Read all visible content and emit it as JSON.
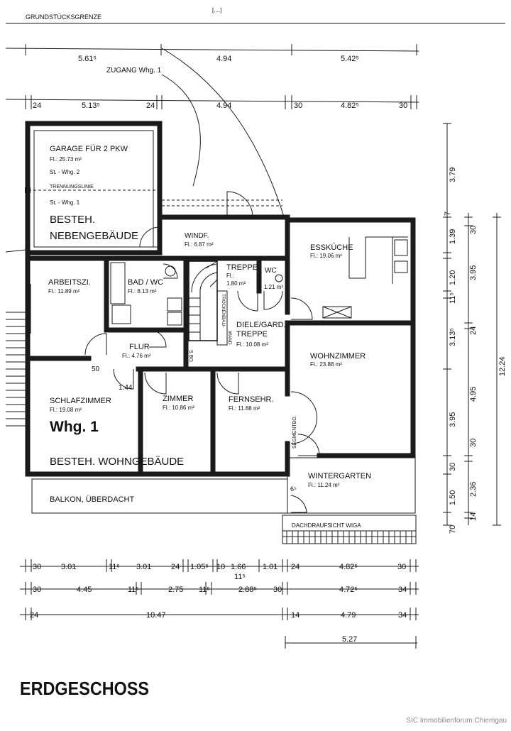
{
  "header": {
    "boundary_label": "GRUNDSTÜCKSGRENZE",
    "entrance_label": "ZUGANG Whg. 1"
  },
  "top_dimensions": {
    "row1": [
      "5.61⁵",
      "4.94",
      "5.42⁵"
    ],
    "row2": [
      "24",
      "5.13⁵",
      "24",
      "4.94",
      "30",
      "4.82⁵",
      "30"
    ]
  },
  "rooms": {
    "garage": {
      "name": "GARAGE FÜR 2 PKW",
      "area": "Fl.: 25.73 m²",
      "st2": "St. - Whg. 2",
      "divider": "TRENNUNGSLINIE",
      "st1": "St. - Whg. 1"
    },
    "nebengebaeude": {
      "line1": "BESTEH.",
      "line2": "NEBENGEBÄUDE"
    },
    "windfang": {
      "name": "WINDF.",
      "area": "Fl.: 6.87 m²"
    },
    "esskueche": {
      "name": "ESSKÜCHE",
      "area": "Fl.: 19.06 m²"
    },
    "arbeitszimmer": {
      "name": "ARBEITSZI.",
      "area": "Fl.: 11.89 m²"
    },
    "bad": {
      "name": "BAD / WC",
      "area": "Fl.: 8.13 m²"
    },
    "treppe": {
      "name": "TREPPE",
      "area": "Fl.:",
      "area2": "1.80 m²"
    },
    "wc": {
      "name": "WC",
      "area": "1.21 m²"
    },
    "trockenbauwand": {
      "line1": "TROCKENBAU-",
      "line2": "WAND"
    },
    "diele": {
      "line1": "DIELE/GARD.",
      "line2": "TREPPE",
      "area": "Fl.: 10.08 m²"
    },
    "flur": {
      "name": "FLUR",
      "area": "Fl.: 4.76 m²"
    },
    "sbo": "S.BO.",
    "wohnzimmer": {
      "name": "WOHNZIMMER",
      "area": "Fl.: 23.88 m²"
    },
    "schlafzimmer": {
      "name": "SCHLAFZIMMER",
      "area": "Fl.: 19.08 m²"
    },
    "zimmer": {
      "name": "ZIMMER",
      "area": "Fl.: 10.86 m²"
    },
    "fernsehr": {
      "name": "FERNSEHR.",
      "area": "Fl.: 11.88 m²"
    },
    "segmentbo": "SEGMENTBO.",
    "wohnung": "Whg. 1",
    "wohngebaeude": "BESTEH. WOHNGEBÄUDE",
    "wintergarten": {
      "name": "WINTERGARTEN",
      "area": "Fl.: 11.24 m²"
    },
    "balkon": "BALKON, ÜBERDACHT",
    "dachaufsicht": "DACHDRAUFSICHT WIGA",
    "d50": "50",
    "d144": "1.44",
    "d65": "6⁵"
  },
  "bottom_dimensions": {
    "row1": [
      "30",
      "3.01",
      "11⁵",
      "3.01",
      "24",
      "1.05⁵",
      "10",
      "1.66",
      "1.01",
      "24",
      "4.82⁵",
      "30"
    ],
    "row1_sub": "11⁵",
    "row2": [
      "30",
      "4.45",
      "11⁵",
      "2.75",
      "11⁵",
      "2.88⁵",
      "30",
      "4.72⁵",
      "34"
    ],
    "row3": [
      "24",
      "10.47",
      "14",
      "4.79",
      "34"
    ],
    "row4": [
      "5.27"
    ]
  },
  "right_dimensions": {
    "outer": [
      "3.79",
      "1.39",
      "1.20",
      "11⁵",
      "3.13⁵",
      "3.95",
      "30",
      "1.50",
      "70"
    ],
    "middle": [
      "7",
      "30",
      "3.95",
      "24",
      "4.95",
      "30",
      "2.36",
      "14"
    ],
    "total": "12.24"
  },
  "footer": {
    "title": "ERDGESCHOSS",
    "credit": "SIC Immobilienforum Chiemgau"
  }
}
